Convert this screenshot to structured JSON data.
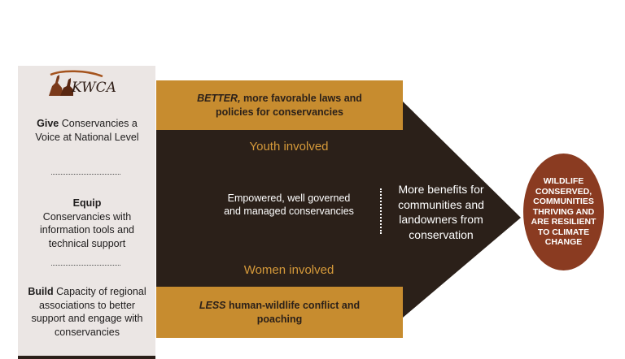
{
  "logo": {
    "text": "KWCA"
  },
  "left_panel": {
    "give": {
      "bold": "Give",
      "rest": " Conservancies a Voice at National Level"
    },
    "equip": {
      "bold": "Equip",
      "rest": "Conservancies with information tools and technical support"
    },
    "build": {
      "bold": "Build",
      "rest": " Capacity of regional associations to better support and engage with conservancies"
    }
  },
  "top_box": {
    "italic": "BETTER,",
    "rest": " more favorable laws and policies for conservancies"
  },
  "bottom_box": {
    "italic": "LESS",
    "rest": " human-wildlife conflict and poaching"
  },
  "youth": "Youth involved",
  "women": "Women involved",
  "empowered": "Empowered, well governed and managed conservancies",
  "benefits": "More benefits for communities and landowners from conservation",
  "outcome": "WILDLIFE CONSERVED, COMMUNITIES THRIVING AND ARE RESILIENT TO CLIMATE CHANGE",
  "colors": {
    "arrow": "#2b2019",
    "orange": "#c78c2f",
    "orange_text": "#d69a3a",
    "oval": "#8a3b21",
    "panel": "#ebe6e4"
  }
}
